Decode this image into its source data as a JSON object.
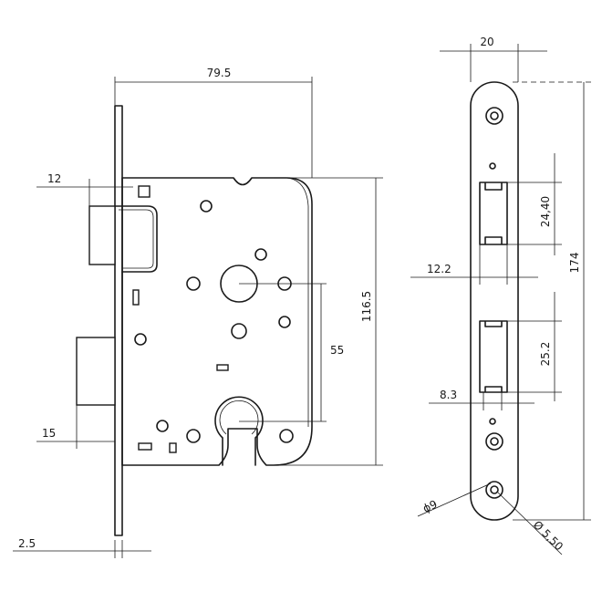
{
  "dimensions": {
    "case_width": "79.5",
    "latch_offset": "12",
    "deadbolt_offset": "15",
    "faceplate_thickness": "2.5",
    "case_height": "116.5",
    "backset_distance": "55",
    "faceplate_width": "20",
    "faceplate_height": "174",
    "latch_slot_height": "24,40",
    "latch_slot_width": "12.2",
    "bolt_slot_height": "25.2",
    "bolt_slot_width": "8.3",
    "hole_diameter": "ϕ9",
    "countersink_diameter": "Ø 5,50"
  }
}
